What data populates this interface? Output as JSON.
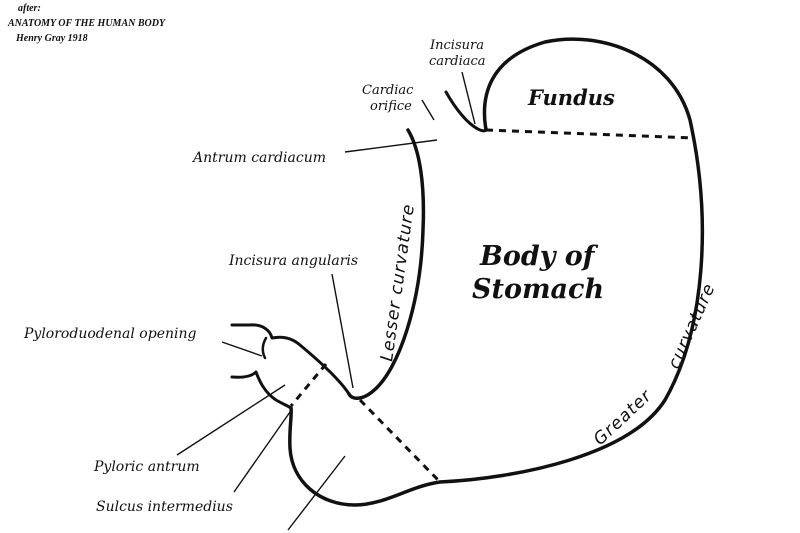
{
  "credit": {
    "line1": "after:",
    "line2": "ANATOMY  OF THE HUMAN BODY",
    "line3": "Henry Gray 1918"
  },
  "regions": {
    "fundus": "Fundus",
    "body_line1": "Body of",
    "body_line2": "Stomach"
  },
  "labels": {
    "incisura_cardiaca_1": "Incisura",
    "incisura_cardiaca_2": "cardiaca",
    "cardiac_orifice_1": "Cardiac",
    "cardiac_orifice_2": "orifice",
    "antrum_cardiacum": "Antrum cardiacum",
    "incisura_angularis": "Incisura angularis",
    "pyloroduodenal_opening": "Pyloroduodenal opening",
    "pyloric_antrum": "Pyloric antrum",
    "sulcus_intermedius": "Sulcus intermedius"
  },
  "curvatures": {
    "lesser": "Lesser curvature",
    "greater_1": "Greater",
    "greater_2": "curvature"
  }
}
